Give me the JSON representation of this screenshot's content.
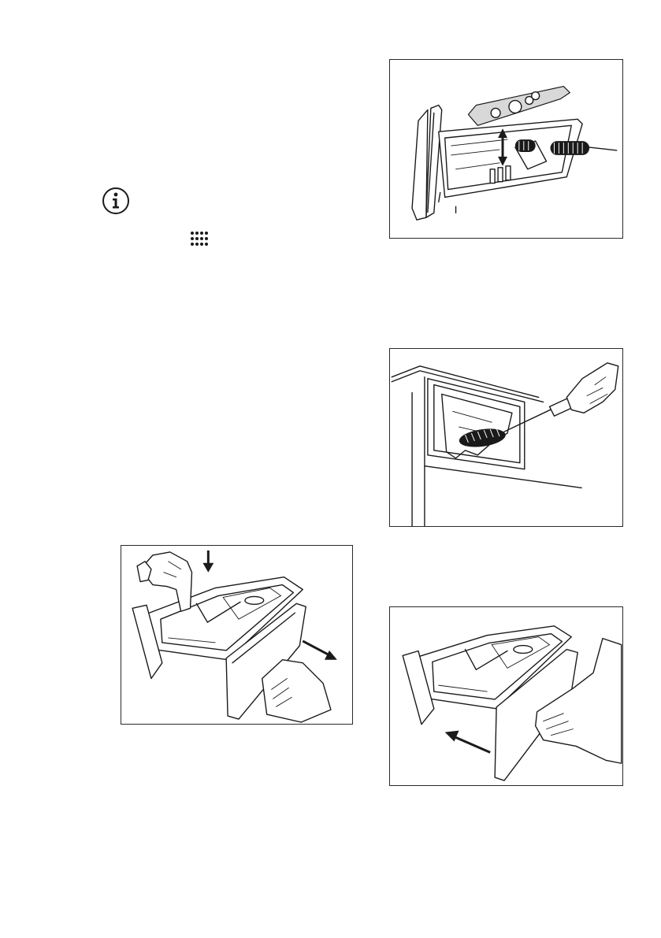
{
  "icons": {
    "info": "info-icon",
    "menu_grid": "dots-grid-icon"
  },
  "figures": [
    {
      "id": "fig-1",
      "subject": "cleaning-drawer-insert"
    },
    {
      "id": "fig-2",
      "subject": "cleaning-drawer-recess"
    },
    {
      "id": "fig-3",
      "subject": "removing-drawer"
    },
    {
      "id": "fig-4",
      "subject": "pulling-out-drawer"
    }
  ]
}
